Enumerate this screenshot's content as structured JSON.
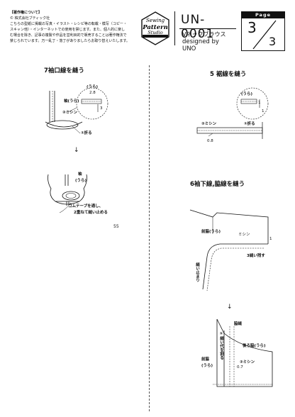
{
  "header": {
    "copyright_heading": "【著作権について】",
    "copyright_lines": [
      "© 株式会社ブティック社",
      "こちらの型紙に掲載の写真・イラスト・レシピ等の転載・模写（コピー・",
      "スキャン他）・インターネットでの使用を禁じます。また、個人的に楽し",
      "む場合を除き、記事の複製や作品を営利目的で販売することは著作権法で",
      "禁じられています。万一乱丁・落丁がありましたらお取り替えいたします。"
    ],
    "logo_lines": [
      "Sewing",
      "Pattern",
      "Studio"
    ],
    "pattern_code": "UN-0001",
    "title": "Vネックブラウス",
    "designer": "designed by UNO",
    "page_label": "Page",
    "page_current": "3",
    "page_total": "3"
  },
  "left": {
    "step7_title": "7袖口線を縫う",
    "labels": {
      "ura1": "(うら)",
      "n28": "2.8",
      "sode": "袖(うら)",
      "mishin": "②ミシン",
      "n3": "3",
      "oru": "①折る",
      "sode2": "袖",
      "ura2": "(うら)",
      "gomu1": "ゴムテープを通し、",
      "gomu2": "2重ねて縫い止める"
    },
    "page_number": "55"
  },
  "right": {
    "step5_title": "5 裾線を縫う",
    "step5_labels": {
      "ura": "(うら)",
      "n1a": "1",
      "n1b": "1",
      "mishin": "②ミシン",
      "oru": "①折る",
      "n08": "0.8"
    },
    "step6_title": "6袖下線,脇線を縫う",
    "step6_labels": {
      "maemigoro": "前脇(うら)",
      "mishin": "ミシン",
      "n1": "1",
      "nuinokosu": "3縫い残す",
      "nuidomari": "縫い止まり",
      "waki": "脇縫",
      "oru": "①縫い代を割る",
      "ushiro": "後ろ脇(うら)",
      "mae": "前脇",
      "mae_ura": "(うら)",
      "mishin2": "②ミシン",
      "n07": "0.7"
    }
  }
}
